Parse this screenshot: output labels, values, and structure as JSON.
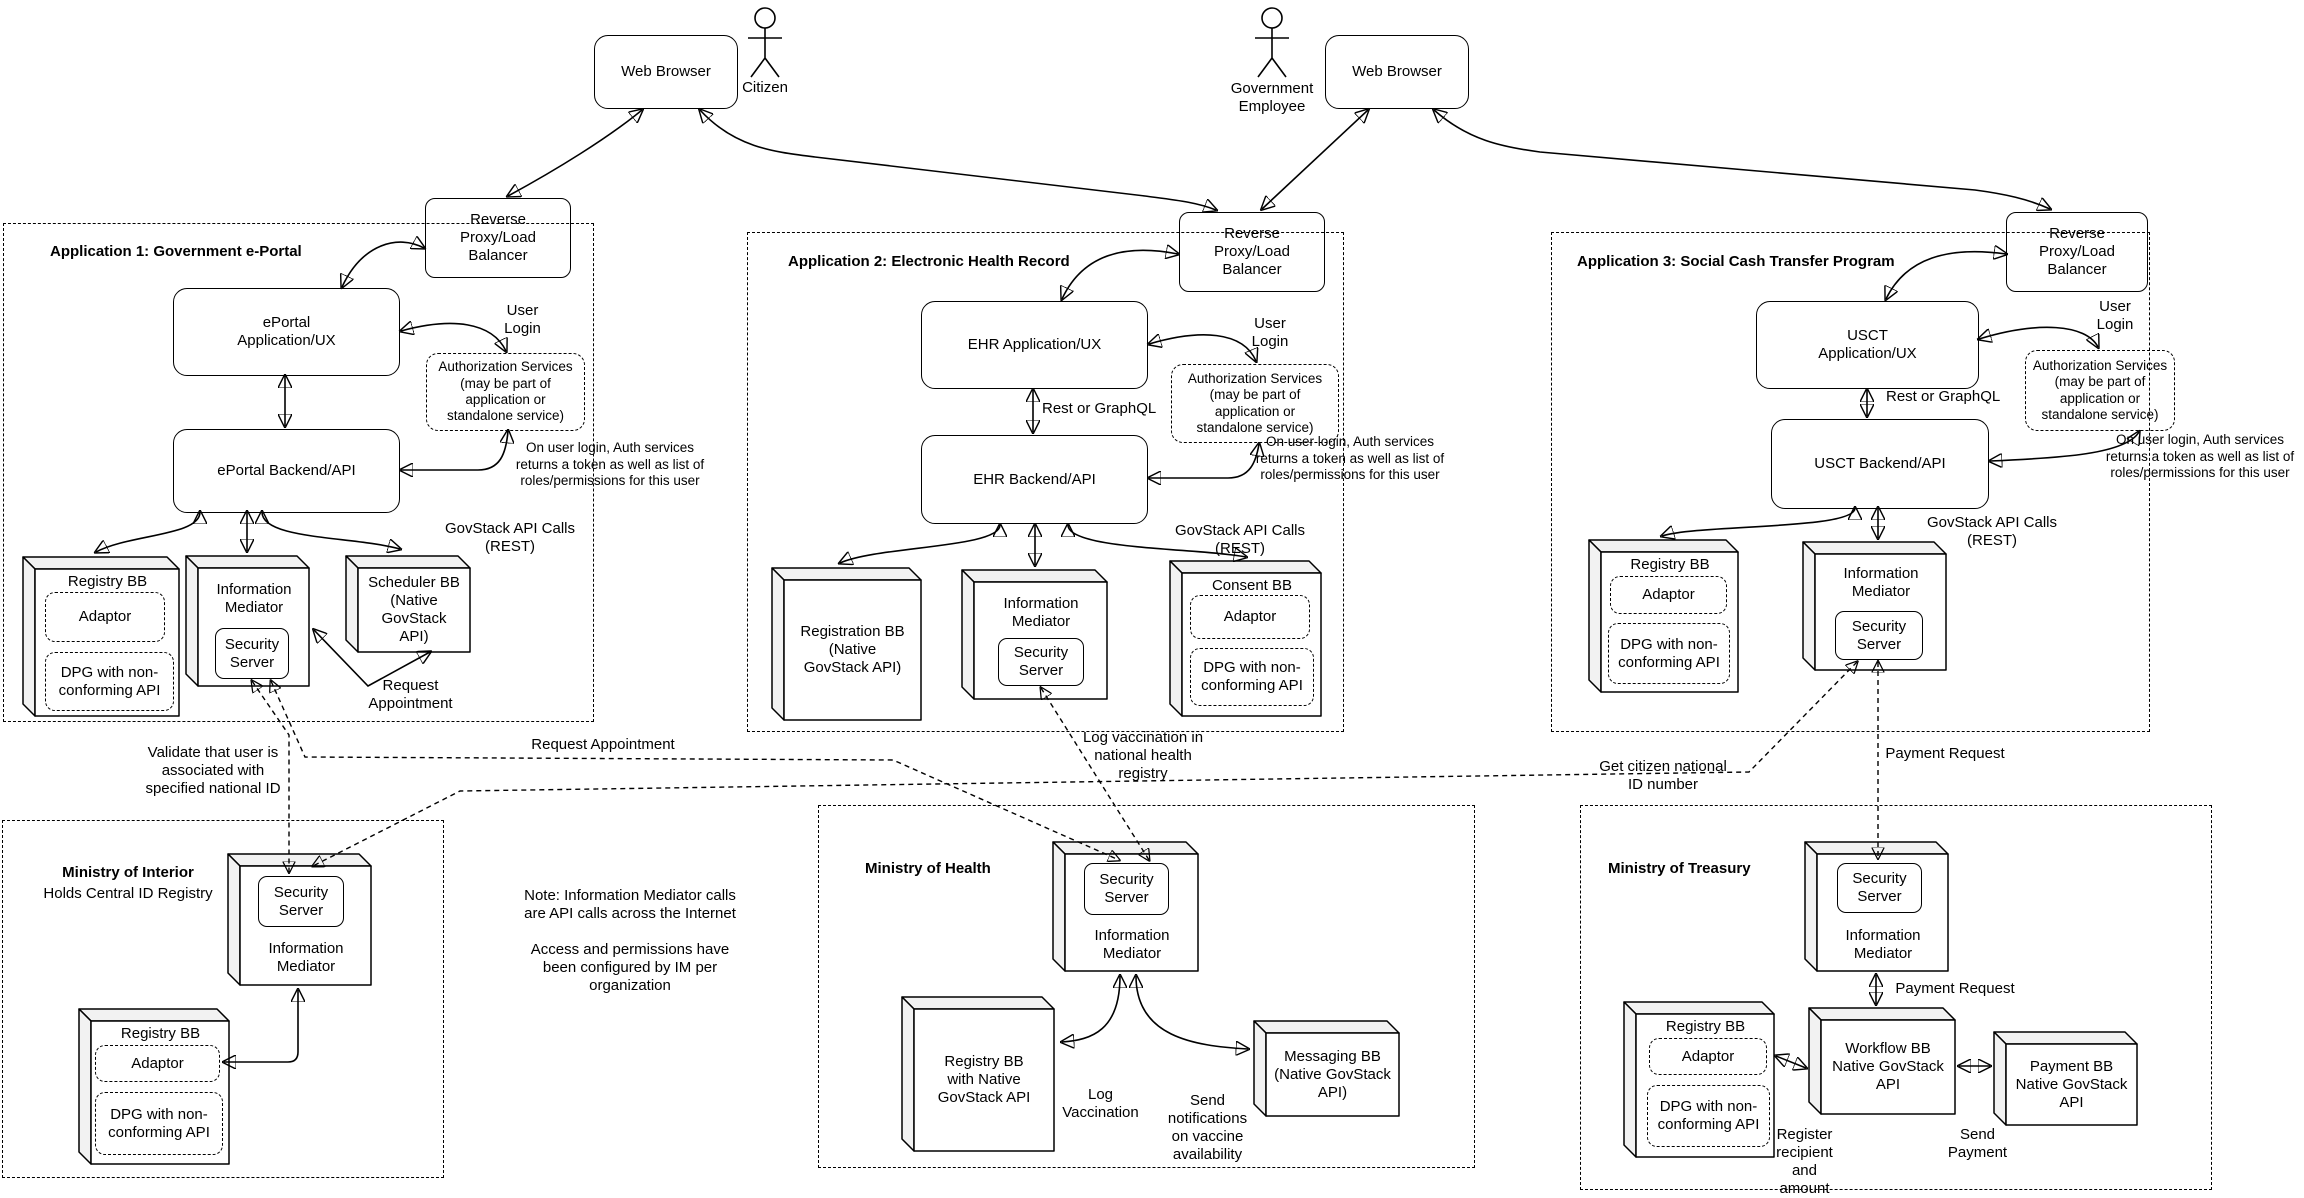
{
  "actors": {
    "citizen": "Citizen",
    "government_employee": "Government\nEmployee"
  },
  "browser_label": "Web Browser",
  "shared": {
    "reverse_proxy": "Reverse\nProxy/Load\nBalancer",
    "auth_services": "Authorization Services\n(may be part of\napplication or\nstandalone service)",
    "user_login": "User\nLogin",
    "on_user_login": "On user login, Auth services\nreturns a token as well as list of\nroles/permissions for this user",
    "govstack_api_calls": "GovStack API Calls\n(REST)",
    "information_mediator": "Information\nMediator",
    "security_server": "Security\nServer",
    "registry_bb": "Registry BB",
    "adaptor": "Adaptor",
    "dpg_nonconforming": "DPG with non-\nconforming API",
    "rest_or_graphql": "Rest or GraphQL"
  },
  "app1": {
    "title": "Application 1: Government e-Portal",
    "ux": "ePortal\nApplication/UX",
    "backend": "ePortal Backend/API",
    "scheduler": "Scheduler BB\n(Native GovStack\nAPI)",
    "request_appointment": "Request\nAppointment"
  },
  "app2": {
    "title": "Application 2: Electronic Health Record",
    "ux": "EHR Application/UX",
    "backend": "EHR Backend/API",
    "registration": "Registration BB\n(Native\nGovStack API)",
    "consent": "Consent BB",
    "log_vaccination": "Log vaccination in\nnational health\nregistry"
  },
  "app3": {
    "title": "Application 3: Social Cash Transfer Program",
    "ux": "USCT\nApplication/UX",
    "backend": "USCT Backend/API"
  },
  "links": {
    "validate_user": "Validate that user is\nassociated with\nspecified national ID",
    "request_appointment": "Request Appointment",
    "get_citizen_id": "Get citizen national\nID number",
    "payment_request": "Payment Request"
  },
  "ministry_interior": {
    "title": "Ministry of Interior",
    "subtitle": "Holds Central ID Registry"
  },
  "note": "Note: Information Mediator calls\nare API calls across the Internet\n\nAccess and permissions have\nbeen configured by IM per\norganization",
  "ministry_health": {
    "title": "Ministry of Health",
    "registry": "Registry BB\nwith Native\nGovStack API",
    "messaging": "Messaging BB\n(Native GovStack\nAPI)",
    "log_vaccination": "Log\nVaccination",
    "send_notifications": "Send\nnotifications\non vaccine\navailability"
  },
  "ministry_treasury": {
    "title": "Ministry of Treasury",
    "payment_request": "Payment Request",
    "workflow": "Workflow BB\nNative GovStack\nAPI",
    "payment": "Payment BB\nNative GovStack\nAPI",
    "register_recipient": "Register\nrecipient\nand\namount",
    "send_payment": "Send\nPayment"
  }
}
